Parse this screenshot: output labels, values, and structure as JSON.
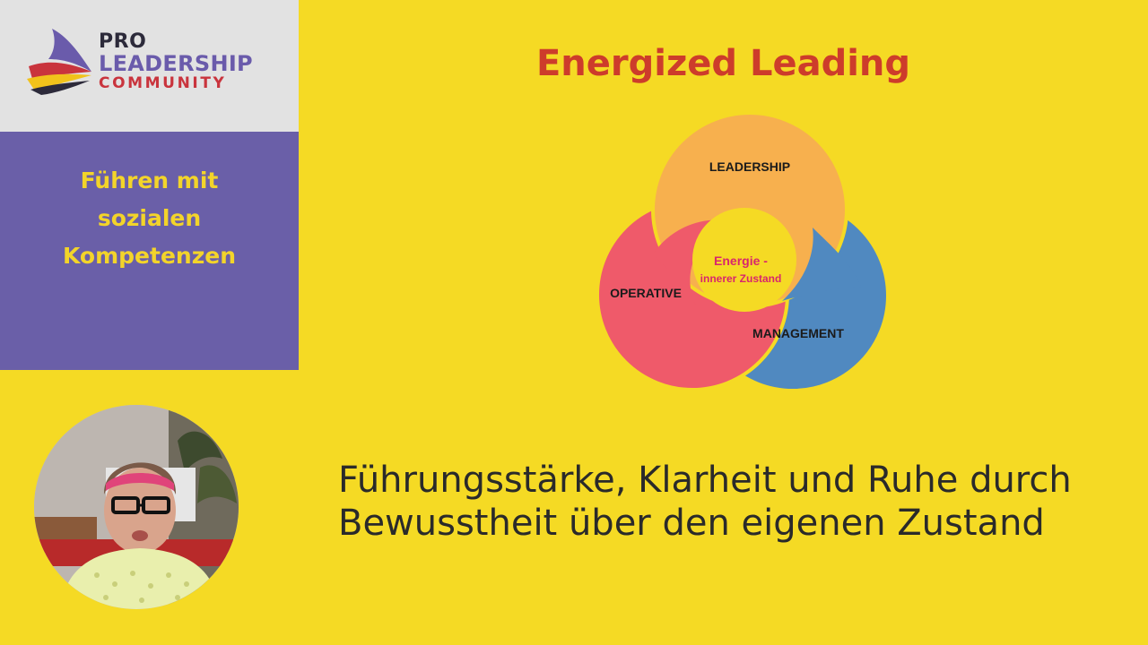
{
  "logo": {
    "pro": "PRO",
    "leadership": "LEADERSHIP",
    "community": "COMMUNITY",
    "icon": "wing-logo-icon"
  },
  "sidebar": {
    "heading_lines": [
      "Führen mit",
      "sozialen",
      "Kompetenzen"
    ]
  },
  "speaker": {
    "icon": "speaker-video-avatar"
  },
  "main": {
    "title": "Energized Leading",
    "diagram": {
      "leadership": "LEADERSHIP",
      "operative": "OPERATIVE",
      "management": "MANAGEMENT",
      "center_line1": "Energie -",
      "center_line2": "innerer Zustand"
    },
    "subtitle_line1": "Führungsstärke, Klarheit und Ruhe durch",
    "subtitle_line2": "Bewusstheit über den eigenen Zustand"
  },
  "colors": {
    "background": "#f5da24",
    "purple": "#6a5fa8",
    "title_red": "#cd3c2b",
    "leadership_orange": "#f7b04e",
    "operative_red": "#ef5a6a",
    "management_blue": "#5089c0",
    "center_pink": "#d8266d"
  }
}
